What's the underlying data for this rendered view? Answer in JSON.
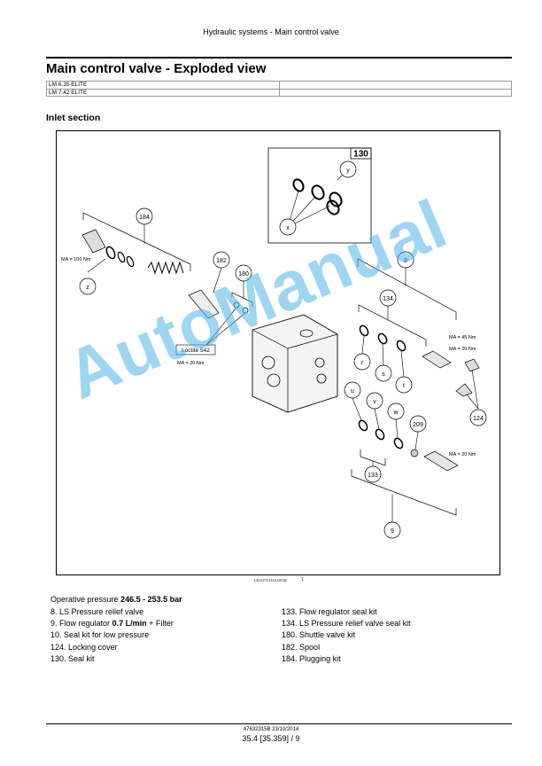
{
  "header": {
    "running_title": "Hydraulic systems - Main control valve"
  },
  "section": {
    "title": "Main control valve - Exploded view"
  },
  "models": [
    "LM 6.35 ELITE",
    "LM 7.42 ELITE"
  ],
  "subsection": {
    "title": "Inlet section"
  },
  "figure": {
    "code": "LEI12TLH1510GB",
    "number": "1",
    "callouts": [
      "130",
      "y",
      "x",
      "184",
      "z",
      "182",
      "180",
      "8",
      "134",
      "r",
      "s",
      "t",
      "u",
      "v",
      "w",
      "209",
      "133",
      "9",
      "124"
    ],
    "torque_labels": [
      "MA = 100 Nm",
      "MA = 20 Nm",
      "MA = 45 Nm",
      "MA = 20 Nm",
      "MA = 20 Nm"
    ],
    "loctite": "Loctite 542"
  },
  "operative_pressure": {
    "label": "Operative pressure",
    "value": "246.5 - 253.5 bar"
  },
  "legend": {
    "left": [
      {
        "num": "8.",
        "text": "LS Pressure relief valve"
      },
      {
        "num": "9.",
        "pre": "Flow regulator",
        "bold": "0.7 L/min",
        "post": "+ Filter"
      },
      {
        "num": "10.",
        "text": "Seal kit for low pressure"
      },
      {
        "num": "124.",
        "text": "Locking cover"
      },
      {
        "num": "130.",
        "text": "Seal kit"
      }
    ],
    "right": [
      {
        "num": "133.",
        "text": "Flow regulator seal kit"
      },
      {
        "num": "134.",
        "text": "LS Pressure relief valve seal kit"
      },
      {
        "num": "180.",
        "text": "Shuttle valve kit"
      },
      {
        "num": "182.",
        "text": "Spool"
      },
      {
        "num": "184.",
        "text": "Plugging kit"
      }
    ]
  },
  "footer": {
    "doc_code": "47632315B 23/10/2014",
    "page": "35.4 [35.359] / 9"
  },
  "watermark": {
    "text": "AutoManual",
    "color": "#4fb6e8"
  }
}
